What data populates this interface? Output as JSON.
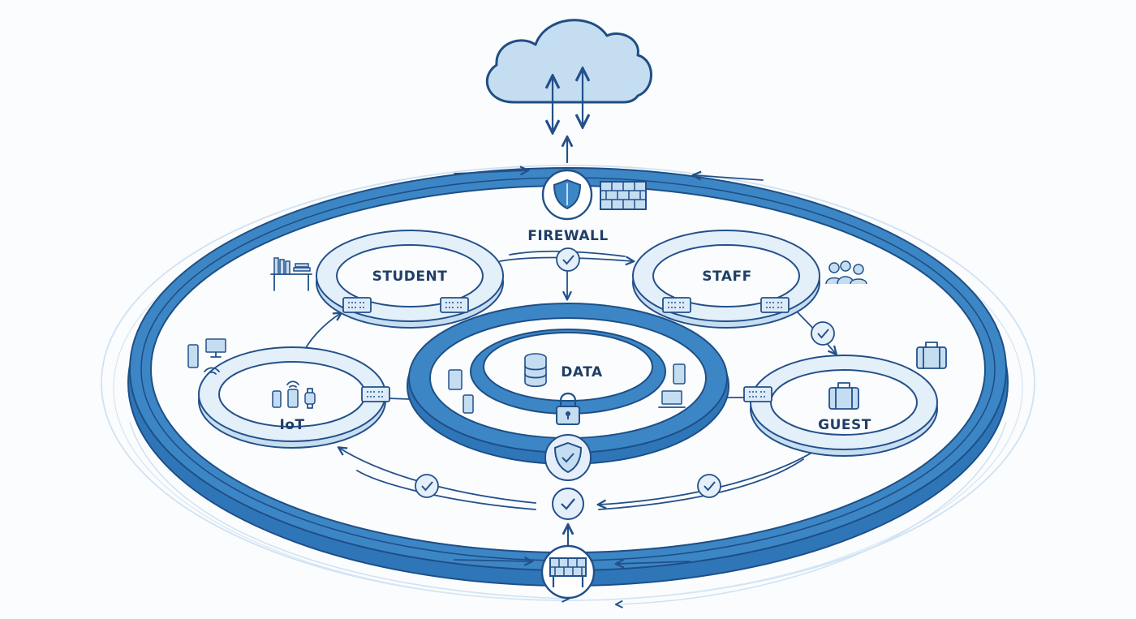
{
  "labels": {
    "firewall": "FIREWALL",
    "student": "STUDENT",
    "staff": "STAFF",
    "data": "DATA",
    "iot": "IoT",
    "guest": "GUEST"
  },
  "colors": {
    "primary_ring": "#3d86c6",
    "ring_dark": "#23508a",
    "ring_light": "#c7def1",
    "ring_mid": "#e3eff9",
    "cloud_fill": "#c5ddf1",
    "label_text": "#1f3f66"
  },
  "icons": [
    "cloud-icon",
    "shield-icon",
    "brick-wall-icon",
    "check-icon",
    "network-switch-icon",
    "database-icon",
    "padlock-icon",
    "bookshelf-desk-icon",
    "staff-people-icon",
    "suitcase-icon",
    "phone-icon",
    "monitor-icon",
    "wifi-icon",
    "watch-icon",
    "tablet-icon",
    "laptop-icon",
    "barrier-icon"
  ]
}
